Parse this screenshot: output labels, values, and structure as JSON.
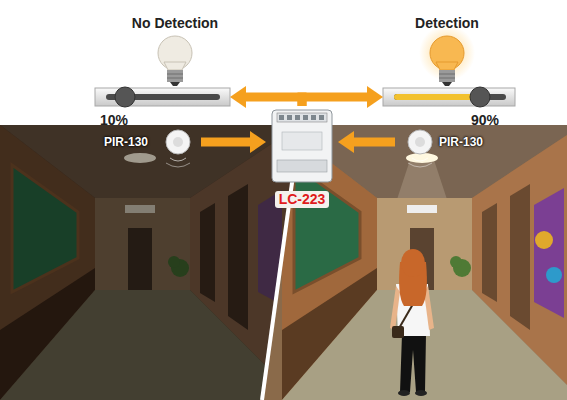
{
  "diagram": {
    "nodes": [
      {
        "text": [
          "No Detection"
        ]
      },
      {
        "text": [
          "Detection"
        ]
      },
      {
        "text": [
          "10%"
        ]
      },
      {
        "text": [
          "90%"
        ]
      },
      {
        "text": [
          "PIR-130"
        ]
      },
      {
        "text": [
          "LC-223"
        ]
      },
      {
        "text": [
          "PIR-130"
        ]
      }
    ],
    "edges": [
      {
        "from": 5,
        "to": 2,
        "arrow": "to"
      },
      {
        "from": 5,
        "to": 3,
        "arrow": "to"
      },
      {
        "from": 4,
        "to": 5,
        "arrow": "to"
      },
      {
        "from": 6,
        "to": 5,
        "arrow": "to"
      }
    ]
  }
}
